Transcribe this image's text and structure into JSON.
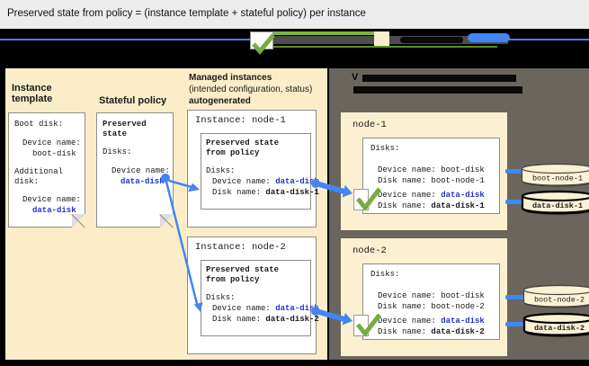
{
  "title": "Preserved state from policy = (instance template + stateful policy) per instance",
  "colors": {
    "panel_beige": "#FAEDC7",
    "card_cream": "#FBF0CF",
    "panel_dark": "#6A655D",
    "arrow_blue": "#4285F4",
    "value_blue": "#2433CF",
    "check_green": "#76AC40",
    "banner_green": "#7CB342"
  },
  "left_panel": {
    "instance_template": {
      "label": "Instance template",
      "boot_disk_heading": "Boot disk:",
      "device_name_label1": "Device name:",
      "boot_disk_value": "boot-disk",
      "additional_disk_heading": "Additional disk:",
      "device_name_label2": "Device name:",
      "data_disk_value": "data-disk"
    },
    "stateful_policy": {
      "label": "Stateful policy",
      "heading": "Preserved state",
      "disks_label": "Disks:",
      "device_name_label": "Device name:",
      "device_name_value": "data-disk"
    }
  },
  "managed_instances": {
    "heading": "Managed instances",
    "subheading": "(intended configuration, status)",
    "autogenerated_label": "autogenerated",
    "instances": [
      {
        "title": "Instance: node-1",
        "preserved_line1": "Preserved state",
        "preserved_line2": "from policy",
        "disks_label": "Disks:",
        "device_name_label": "Device name:",
        "device_name_value": "data-disk",
        "disk_name_label": "Disk name:",
        "disk_name_value": "data-disk-1"
      },
      {
        "title": "Instance: node-2",
        "preserved_line1": "Preserved state",
        "preserved_line2": "from policy",
        "disks_label": "Disks:",
        "device_name_label": "Device name:",
        "device_name_value": "data-disk",
        "disk_name_label": "Disk name:",
        "disk_name_value": "data-disk-2"
      }
    ]
  },
  "zone_panel": {
    "redacted_prefix": "V",
    "nodes": [
      {
        "title": "node-1",
        "disks_label": "Disks:",
        "boot_device_label": "Device name:",
        "boot_device_value": "boot-disk",
        "boot_disk_label": "Disk name:",
        "boot_disk_value": "boot-node-1",
        "data_device_label": "Device name:",
        "data_device_value": "data-disk",
        "data_disk_label": "Disk name:",
        "data_disk_value": "data-disk-1",
        "boot_cylinder": "boot-node-1",
        "data_cylinder": "data-disk-1"
      },
      {
        "title": "node-2",
        "disks_label": "Disks:",
        "boot_device_label": "Device name:",
        "boot_device_value": "boot-disk",
        "boot_disk_label": "Disk name:",
        "boot_disk_value": "boot-node-2",
        "data_device_label": "Device name:",
        "data_device_value": "data-disk",
        "data_disk_label": "Disk name:",
        "data_disk_value": "data-disk-2",
        "boot_cylinder": "boot-node-2",
        "data_cylinder": "data-disk-2"
      }
    ]
  }
}
